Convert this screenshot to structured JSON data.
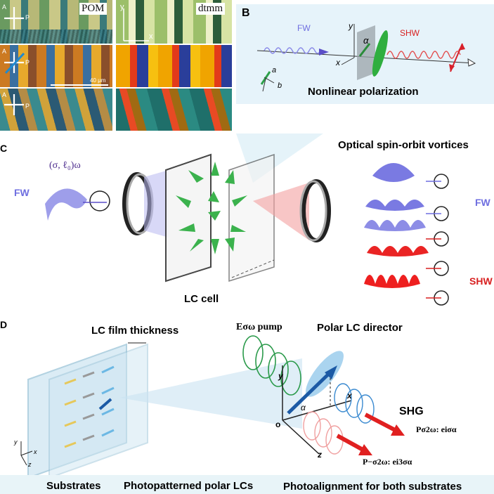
{
  "panelA": {
    "labels": {
      "pom": "POM",
      "dtmm": "dtmm"
    },
    "polarizer": {
      "a": "A",
      "p": "P"
    },
    "axes": {
      "x": "x",
      "y": "y"
    },
    "scale": "40 μm"
  },
  "panelB": {
    "letter": "B",
    "fw": "FW",
    "shw": "SHW",
    "y": "y",
    "x": "x",
    "alpha": "α",
    "a": "a",
    "b": "b",
    "caption": "Nonlinear polarization"
  },
  "panelC": {
    "letter": "C",
    "title": "Optical spin-orbit vortices",
    "fw_left": "FW",
    "input_formula": "(σ, ℓ₀)ω",
    "lc_cell": "LC cell",
    "fw_right": "FW",
    "shw_right": "SHW"
  },
  "panelD": {
    "letter": "D",
    "thickness": "LC film thickness",
    "pump": "Eσω pump",
    "director": "Polar LC director",
    "shg": "SHG",
    "p_plus": "Pσ2ω: eiσα",
    "p_minus": "P−σ2ω: ei3σα",
    "alpha": "α",
    "x": "x",
    "y": "y",
    "z": "z",
    "o": "o",
    "axes_small": {
      "x": "x",
      "y": "y",
      "z": "z"
    }
  },
  "footer": {
    "substrates": "Substrates",
    "photopatterned": "Photopatterned polar LCs",
    "photoalignment": "Photoalignment for both substrates"
  },
  "colors": {
    "fw": "#6f6fe0",
    "shw": "#e02020",
    "lc": "#2ca84a",
    "accent": "#1f6fb5"
  }
}
